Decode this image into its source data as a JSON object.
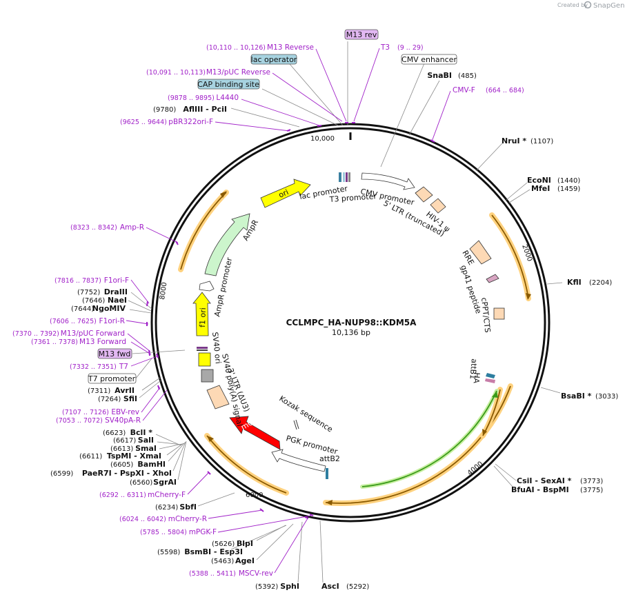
{
  "plasmid": {
    "name": "CCLMPC_HA-NUP98::KDM5A",
    "length": "10,136 bp"
  },
  "credit": {
    "prefix": "Created by",
    "brand": "SnapGene"
  },
  "ticks": [
    "2000",
    "4000",
    "6000",
    "8000",
    "10,000"
  ],
  "enzymes": [
    {
      "name": "SnaBI",
      "pos": "(485)"
    },
    {
      "name": "NruI *",
      "pos": "(1107)"
    },
    {
      "name": "EcoNI",
      "pos": "(1440)"
    },
    {
      "name": "MfeI",
      "pos": "(1459)"
    },
    {
      "name": "KflI",
      "pos": "(2204)"
    },
    {
      "name": "BsaBI *",
      "pos": "(3033)"
    },
    {
      "name": "CsiI  - SexAI *",
      "pos": "(3773)"
    },
    {
      "name": "BfuAI  - BspMI",
      "pos": "(3775)"
    },
    {
      "name": "AscI",
      "pos": "(5292)"
    },
    {
      "name": "SphI",
      "pos": "(5392)"
    },
    {
      "name": "AgeI",
      "pos": "(5463)"
    },
    {
      "name": "BsmBI  - Esp3I",
      "pos": "(5598)"
    },
    {
      "name": "BlpI",
      "pos": "(5626)"
    },
    {
      "name": "SbfI",
      "pos": "(6234)"
    },
    {
      "name": "SgrAI",
      "pos": "(6560)"
    },
    {
      "name": "PaeR7I  - PspXI  - XhoI",
      "pos": "(6599)"
    },
    {
      "name": "BamHI",
      "pos": "(6605)"
    },
    {
      "name": "TspMI  - XmaI",
      "pos": "(6611)"
    },
    {
      "name": "SmaI",
      "pos": "(6613)"
    },
    {
      "name": "SalI",
      "pos": "(6617)"
    },
    {
      "name": "BclI *",
      "pos": "(6623)"
    },
    {
      "name": "SfiI",
      "pos": "(7264)"
    },
    {
      "name": "AvrII",
      "pos": "(7311)"
    },
    {
      "name": "NgoMIV",
      "pos": "(7644)"
    },
    {
      "name": "NaeI",
      "pos": "(7646)"
    },
    {
      "name": "DraIII",
      "pos": "(7752)"
    },
    {
      "name": "AflIII  - PciI",
      "pos": "(9780)"
    }
  ],
  "primers": [
    {
      "name": "M13 Reverse",
      "range": "(10,110 .. 10,126)"
    },
    {
      "name": "T3",
      "range": "(9 .. 29)"
    },
    {
      "name": "M13/pUC Reverse",
      "range": "(10,091 .. 10,113)"
    },
    {
      "name": "L4440",
      "range": "(9878 .. 9895)"
    },
    {
      "name": "pBR322ori-F",
      "range": "(9625 .. 9644)"
    },
    {
      "name": "CMV-F",
      "range": "(664 .. 684)"
    },
    {
      "name": "Amp-R",
      "range": "(8323 .. 8342)"
    },
    {
      "name": "F1ori-F",
      "range": "(7816 .. 7837)"
    },
    {
      "name": "F1ori-R",
      "range": "(7606 .. 7625)"
    },
    {
      "name": "M13/pUC Forward",
      "range": "(7370 .. 7392)"
    },
    {
      "name": "M13 Forward",
      "range": "(7361 .. 7378)"
    },
    {
      "name": "T7",
      "range": "(7332 .. 7351)"
    },
    {
      "name": "EBV-rev",
      "range": "(7107 .. 7126)"
    },
    {
      "name": "SV40pA-R",
      "range": "(7053 .. 7072)"
    },
    {
      "name": "mCherry-F",
      "range": "(6292 .. 6311)"
    },
    {
      "name": "mCherry-R",
      "range": "(6024 .. 6042)"
    },
    {
      "name": "mPGK-F",
      "range": "(5785 .. 5804)"
    },
    {
      "name": "MSCV-rev",
      "range": "(5388 .. 5411)"
    }
  ],
  "boxed_features": {
    "m13_rev": "M13 rev",
    "lac_operator": "lac operator",
    "cap_site": "CAP binding site",
    "cmv_enhancer": "CMV enhancer",
    "m13_fwd": "M13 fwd",
    "t7_promoter": "T7 promoter"
  },
  "features": {
    "ori": "ori",
    "ampr": "AmpR",
    "ampr_promoter": "AmpR promoter",
    "f1_ori": "f1 ori",
    "lac_promoter": "lac promoter",
    "t3_promoter": "T3 promoter",
    "cmv_promoter": "CMV promoter",
    "ltr5": "5' LTR (truncated)",
    "hiv_psi": "HIV-1 ψ",
    "rre": "RRE",
    "gp41": "gp41 peptide",
    "cppt": "cPPT/CTS",
    "attb1": "attB1",
    "ha": "HA",
    "attb2": "attB2",
    "pgk_promoter": "PGK promoter",
    "kozak": "Kozak sequence",
    "mcherry": "mCherry",
    "ltr3": "3' LTR (ΔU3)",
    "sv40_polya": "SV40 poly(A) signal",
    "sv40_ori": "SV40 ori"
  },
  "colors": {
    "ori": "#ffff00",
    "ampr": "#ccf5cc",
    "mcherry": "#ff0000",
    "ltr": "#fdd9b5",
    "primer": "#a020c8",
    "orf_highlight": "#ffd27f",
    "orf_line": "#8a5a00",
    "green_orf": "#3a9a1a",
    "box_blue": "#a7d3e0",
    "box_purple": "#e2b8f2"
  }
}
